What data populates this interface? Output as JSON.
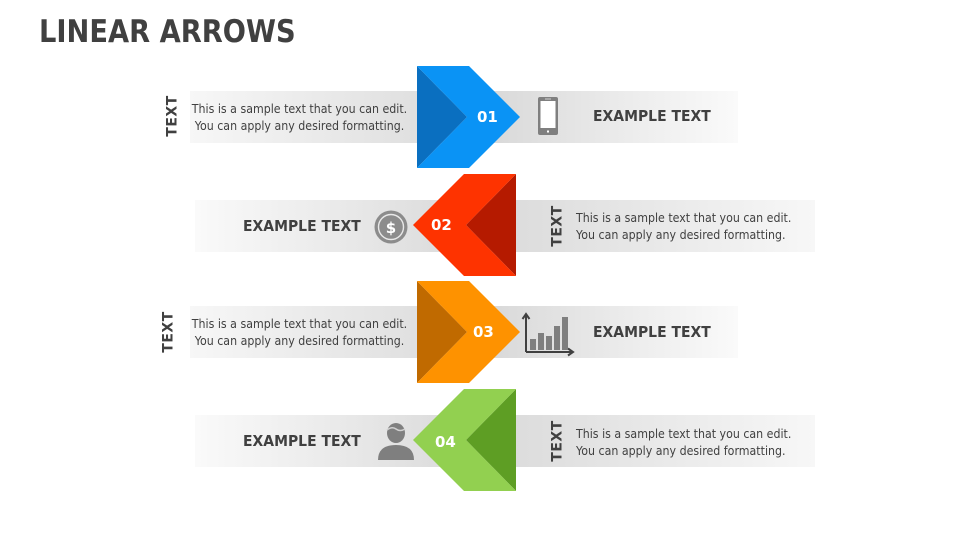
{
  "slide": {
    "title": "LINEAR ARROWS"
  },
  "steps": [
    {
      "number": "01",
      "direction": "right",
      "color": "#0A93F5",
      "shade": "#0A6FC0",
      "side_label": "TEXT",
      "description_line1": "This is a sample text that you can edit.",
      "description_line2": "You can apply any desired formatting.",
      "example": "EXAMPLE TEXT",
      "icon": "smartphone-icon"
    },
    {
      "number": "02",
      "direction": "left",
      "color": "#FE3300",
      "shade": "#B51A00",
      "side_label": "TEXT",
      "description_line1": "This is a sample text that you can edit.",
      "description_line2": "You can apply any desired formatting.",
      "example": "EXAMPLE TEXT",
      "icon": "dollar-coin-icon"
    },
    {
      "number": "03",
      "direction": "right",
      "color": "#FE9200",
      "shade": "#C06A00",
      "side_label": "TEXT",
      "description_line1": "This is a sample text that you can edit.",
      "description_line2": "You can apply any desired formatting.",
      "example": "EXAMPLE TEXT",
      "icon": "bar-chart-icon"
    },
    {
      "number": "04",
      "direction": "left",
      "color": "#92D050",
      "shade": "#5E9E24",
      "side_label": "TEXT",
      "description_line1": "This is a sample text that you can edit.",
      "description_line2": "You can apply any desired formatting.",
      "example": "EXAMPLE TEXT",
      "icon": "user-icon"
    }
  ]
}
